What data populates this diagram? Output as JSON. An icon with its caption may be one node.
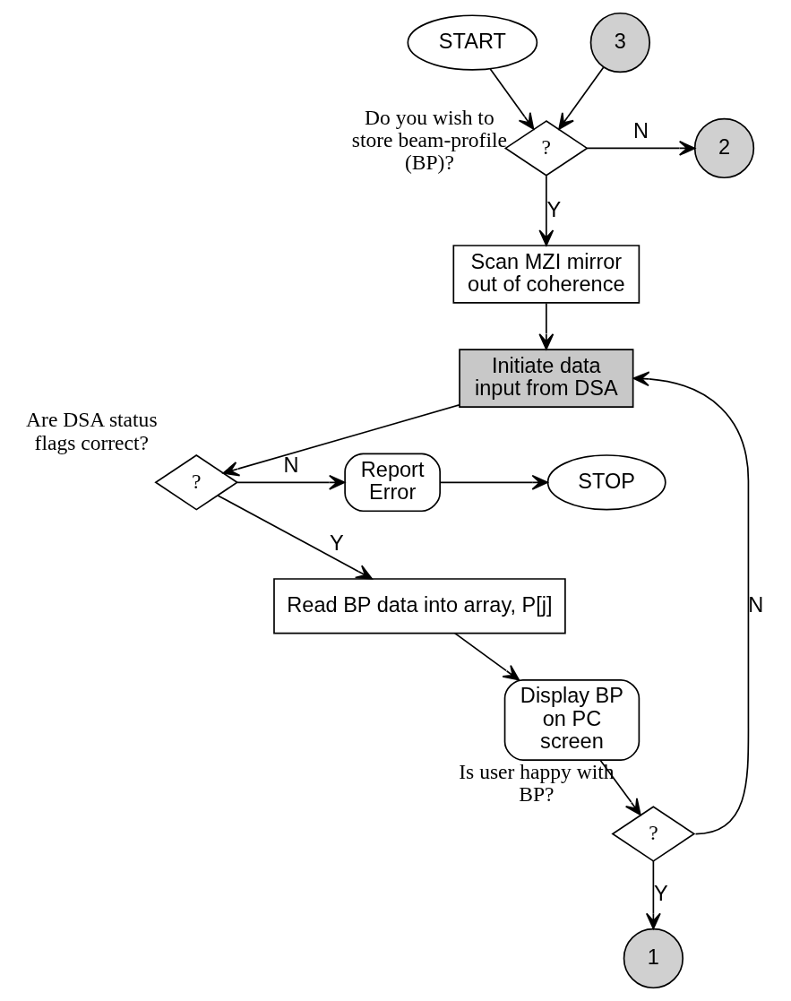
{
  "diagram": {
    "nodes": [
      {
        "text": [
          "START"
        ]
      },
      {
        "text": [
          "3"
        ]
      },
      {
        "text": [
          "?"
        ],
        "beside": [
          "Do you wish to store beam-profile (BP)?"
        ]
      },
      {
        "text": [
          "2"
        ]
      },
      {
        "text": [
          "Scan MZI mirror out of coherence"
        ]
      },
      {
        "text": [
          "Initiate data input from DSA"
        ]
      },
      {
        "text": [
          "?"
        ],
        "beside": [
          "Are DSA status flags correct?"
        ]
      },
      {
        "text": [
          "Report Error"
        ]
      },
      {
        "text": [
          "STOP"
        ]
      },
      {
        "text": [
          "Read BP data into array, P[j]"
        ]
      },
      {
        "text": [
          "Display BP on PC screen"
        ]
      },
      {
        "text": [
          "?"
        ],
        "beside": [
          "Is user happy with BP?"
        ]
      },
      {
        "text": [
          "1"
        ]
      }
    ],
    "edges": [
      {
        "from": 0,
        "to": 2,
        "arrow": "to"
      },
      {
        "from": 1,
        "to": 2,
        "arrow": "to"
      },
      {
        "from": 2,
        "to": 3,
        "arrow": "to",
        "label": "N"
      },
      {
        "from": 2,
        "to": 4,
        "arrow": "to",
        "label": "Y"
      },
      {
        "from": 4,
        "to": 5,
        "arrow": "to"
      },
      {
        "from": 11,
        "to": 5,
        "arrow": "to",
        "label": "N"
      },
      {
        "from": 5,
        "to": 6,
        "arrow": "to"
      },
      {
        "from": 6,
        "to": 7,
        "arrow": "to",
        "label": "N"
      },
      {
        "from": 7,
        "to": 8,
        "arrow": "to"
      },
      {
        "from": 6,
        "to": 9,
        "arrow": "to",
        "label": "Y"
      },
      {
        "from": 9,
        "to": 10,
        "arrow": "to"
      },
      {
        "from": 10,
        "to": 11,
        "arrow": "to"
      },
      {
        "from": 11,
        "to": 12,
        "arrow": "to",
        "label": "Y"
      }
    ]
  }
}
